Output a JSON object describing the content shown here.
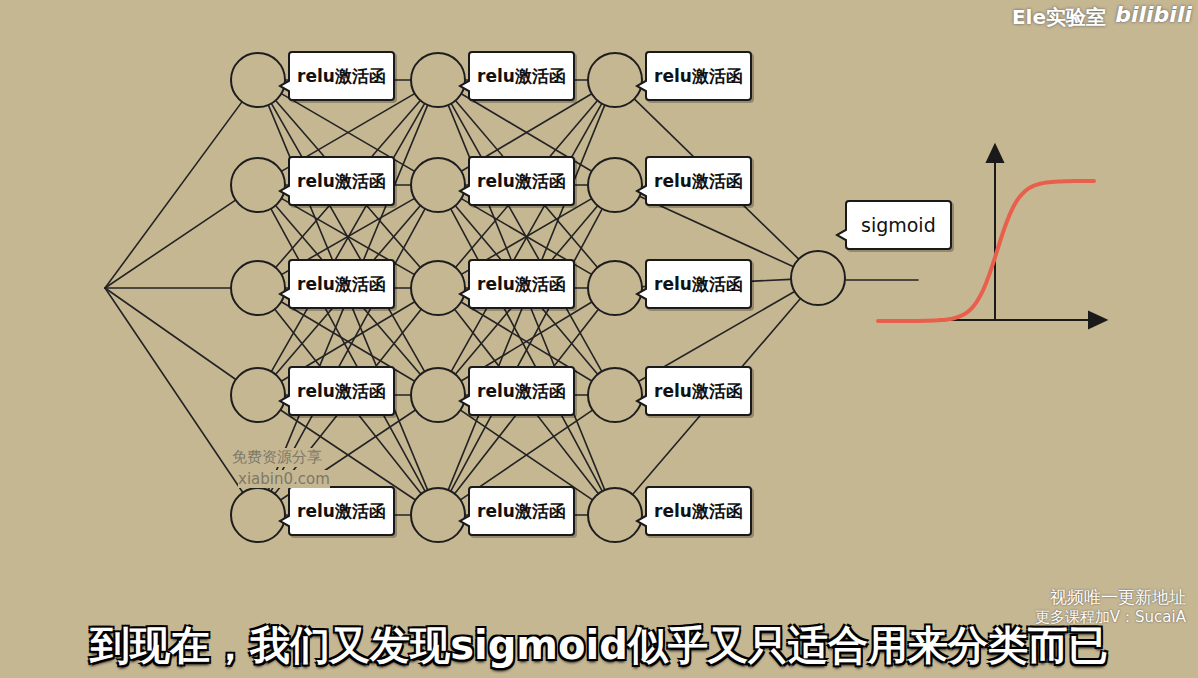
{
  "diagram": {
    "caption": "到现在，我们又发现sigmoid似乎又只适合用来分类而已",
    "nodes": [
      {
        "text": [
          "relu激活函"
        ]
      },
      {
        "text": [
          "relu激活函"
        ]
      },
      {
        "text": [
          "relu激活函"
        ]
      },
      {
        "text": [
          "relu激活函"
        ]
      },
      {
        "text": [
          "relu激活函"
        ]
      },
      {
        "text": [
          "relu激活函"
        ]
      },
      {
        "text": [
          "relu激活函"
        ]
      },
      {
        "text": [
          "relu激活函"
        ]
      },
      {
        "text": [
          "relu激活函"
        ]
      },
      {
        "text": [
          "relu激活函"
        ]
      },
      {
        "text": [
          "relu激活函"
        ]
      },
      {
        "text": [
          "relu激活函"
        ]
      },
      {
        "text": [
          "relu激活函"
        ]
      },
      {
        "text": [
          "relu激活函"
        ]
      },
      {
        "text": [
          "relu激活函"
        ]
      },
      {
        "text": [
          "sigmoid"
        ]
      }
    ],
    "edges": [
      {
        "from": 0,
        "to": 5,
        "arrow": "none"
      },
      {
        "from": 0,
        "to": 6,
        "arrow": "none"
      },
      {
        "from": 0,
        "to": 7,
        "arrow": "none"
      },
      {
        "from": 0,
        "to": 8,
        "arrow": "none"
      },
      {
        "from": 0,
        "to": 9,
        "arrow": "none"
      },
      {
        "from": 1,
        "to": 5,
        "arrow": "none"
      },
      {
        "from": 1,
        "to": 6,
        "arrow": "none"
      },
      {
        "from": 1,
        "to": 7,
        "arrow": "none"
      },
      {
        "from": 1,
        "to": 8,
        "arrow": "none"
      },
      {
        "from": 1,
        "to": 9,
        "arrow": "none"
      },
      {
        "from": 2,
        "to": 5,
        "arrow": "none"
      },
      {
        "from": 2,
        "to": 6,
        "arrow": "none"
      },
      {
        "from": 2,
        "to": 7,
        "arrow": "none"
      },
      {
        "from": 2,
        "to": 8,
        "arrow": "none"
      },
      {
        "from": 2,
        "to": 9,
        "arrow": "none"
      },
      {
        "from": 3,
        "to": 5,
        "arrow": "none"
      },
      {
        "from": 3,
        "to": 6,
        "arrow": "none"
      },
      {
        "from": 3,
        "to": 7,
        "arrow": "none"
      },
      {
        "from": 3,
        "to": 8,
        "arrow": "none"
      },
      {
        "from": 3,
        "to": 9,
        "arrow": "none"
      },
      {
        "from": 4,
        "to": 5,
        "arrow": "none"
      },
      {
        "from": 4,
        "to": 6,
        "arrow": "none"
      },
      {
        "from": 4,
        "to": 7,
        "arrow": "none"
      },
      {
        "from": 4,
        "to": 8,
        "arrow": "none"
      },
      {
        "from": 4,
        "to": 9,
        "arrow": "none"
      },
      {
        "from": 5,
        "to": 10,
        "arrow": "none"
      },
      {
        "from": 5,
        "to": 11,
        "arrow": "none"
      },
      {
        "from": 5,
        "to": 12,
        "arrow": "none"
      },
      {
        "from": 5,
        "to": 13,
        "arrow": "none"
      },
      {
        "from": 5,
        "to": 14,
        "arrow": "none"
      },
      {
        "from": 6,
        "to": 10,
        "arrow": "none"
      },
      {
        "from": 6,
        "to": 11,
        "arrow": "none"
      },
      {
        "from": 6,
        "to": 12,
        "arrow": "none"
      },
      {
        "from": 6,
        "to": 13,
        "arrow": "none"
      },
      {
        "from": 6,
        "to": 14,
        "arrow": "none"
      },
      {
        "from": 7,
        "to": 10,
        "arrow": "none"
      },
      {
        "from": 7,
        "to": 11,
        "arrow": "none"
      },
      {
        "from": 7,
        "to": 12,
        "arrow": "none"
      },
      {
        "from": 7,
        "to": 13,
        "arrow": "none"
      },
      {
        "from": 7,
        "to": 14,
        "arrow": "none"
      },
      {
        "from": 8,
        "to": 10,
        "arrow": "none"
      },
      {
        "from": 8,
        "to": 11,
        "arrow": "none"
      },
      {
        "from": 8,
        "to": 12,
        "arrow": "none"
      },
      {
        "from": 8,
        "to": 13,
        "arrow": "none"
      },
      {
        "from": 8,
        "to": 14,
        "arrow": "none"
      },
      {
        "from": 9,
        "to": 10,
        "arrow": "none"
      },
      {
        "from": 9,
        "to": 11,
        "arrow": "none"
      },
      {
        "from": 9,
        "to": 12,
        "arrow": "none"
      },
      {
        "from": 9,
        "to": 13,
        "arrow": "none"
      },
      {
        "from": 9,
        "to": 14,
        "arrow": "none"
      },
      {
        "from": 10,
        "to": 15,
        "arrow": "none"
      },
      {
        "from": 11,
        "to": 15,
        "arrow": "none"
      },
      {
        "from": 12,
        "to": 15,
        "arrow": "none"
      },
      {
        "from": 13,
        "to": 15,
        "arrow": "none"
      },
      {
        "from": 14,
        "to": 15,
        "arrow": "none"
      }
    ],
    "labels": [
      "Ele实验室",
      "bilibili",
      "免费资源分享",
      "xiabin0.com",
      "视频唯一更新地址",
      "更多课程加V：SucaiA"
    ]
  }
}
